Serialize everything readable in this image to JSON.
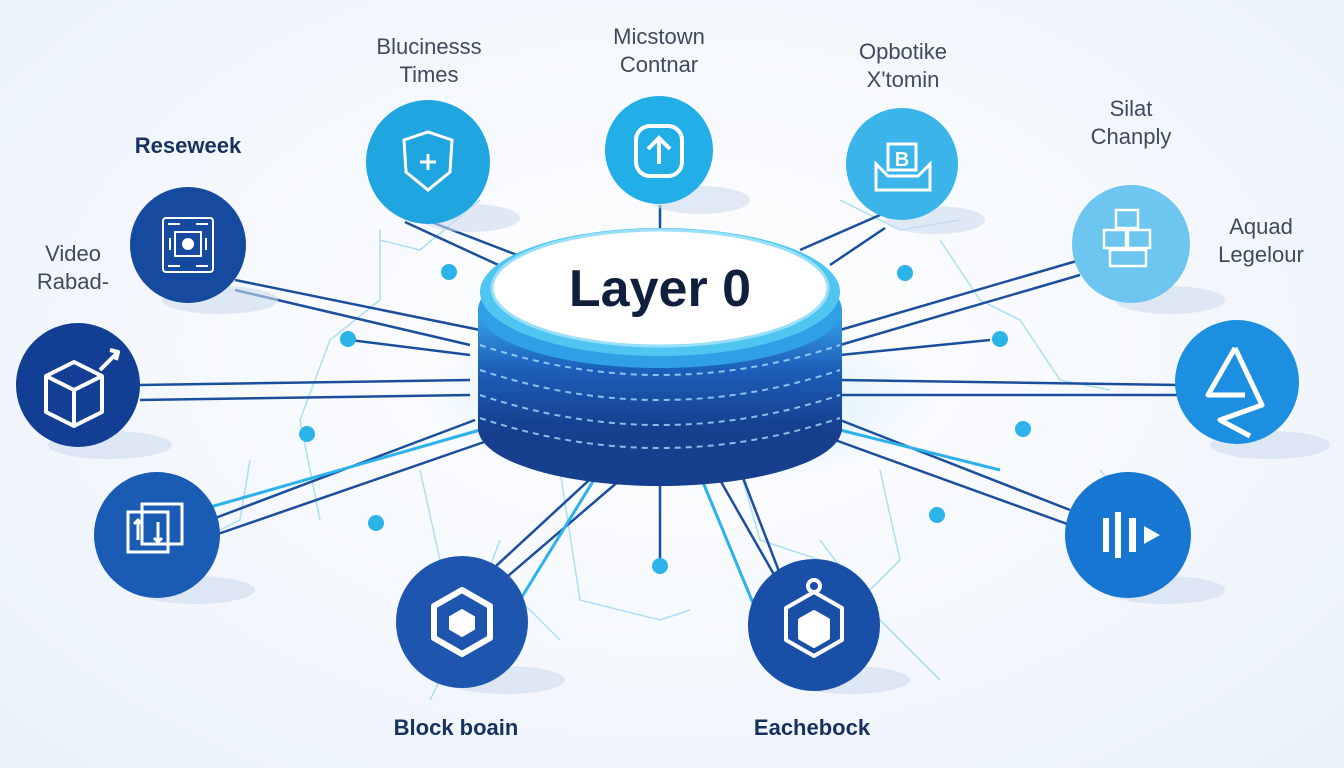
{
  "center": {
    "title": "Layer 0"
  },
  "nodes": [
    {
      "id": "bluciness",
      "label_lines": [
        "Blucinesss",
        "Times"
      ],
      "icon": "shield-icon",
      "color": "#1fa6e0"
    },
    {
      "id": "micstown",
      "label_lines": [
        "Micstown",
        "Contnar"
      ],
      "icon": "arrow-up-icon",
      "color": "#22aee6"
    },
    {
      "id": "opbotike",
      "label_lines": [
        "Opbotike",
        "X'tomin"
      ],
      "icon": "badge-b-icon",
      "color": "#3ab4e9"
    },
    {
      "id": "silat",
      "label_lines": [
        "Silat",
        "Chanply"
      ],
      "icon": "boxes-icon",
      "color": "#6cc6f0"
    },
    {
      "id": "aquad",
      "label_lines": [
        "Aquad",
        "Legelour"
      ],
      "icon": "none",
      "color": ""
    },
    {
      "id": "triangle",
      "label_lines": [],
      "icon": "triangle-arrow-icon",
      "color": "#1c8fe0"
    },
    {
      "id": "audio",
      "label_lines": [],
      "icon": "audio-bars-icon",
      "color": "#1676d2"
    },
    {
      "id": "eachebock",
      "label_lines": [
        "Eachebock"
      ],
      "icon": "hex-cube-icon",
      "color": "#1a4fa8"
    },
    {
      "id": "blockbain",
      "label_lines": [
        "Block boain"
      ],
      "icon": "hexagon-icon",
      "color": "#1e55ae"
    },
    {
      "id": "frames",
      "label_lines": [],
      "icon": "frames-icon",
      "color": "#1a5bb4"
    },
    {
      "id": "cube",
      "label_lines": [],
      "icon": "cube-icon",
      "color": "#123f94"
    },
    {
      "id": "video",
      "label_lines": [
        "Video",
        "Rabad-"
      ],
      "icon": "chip-icon",
      "color": "#154a9f"
    },
    {
      "id": "reseweek",
      "label_lines": [
        "Reseweek"
      ],
      "icon": "none",
      "color": ""
    }
  ],
  "colors": {
    "accent": "#1fa6e0",
    "dark": "#16325e",
    "line": "#1b4f9c",
    "line_light": "#4fc3f0"
  }
}
